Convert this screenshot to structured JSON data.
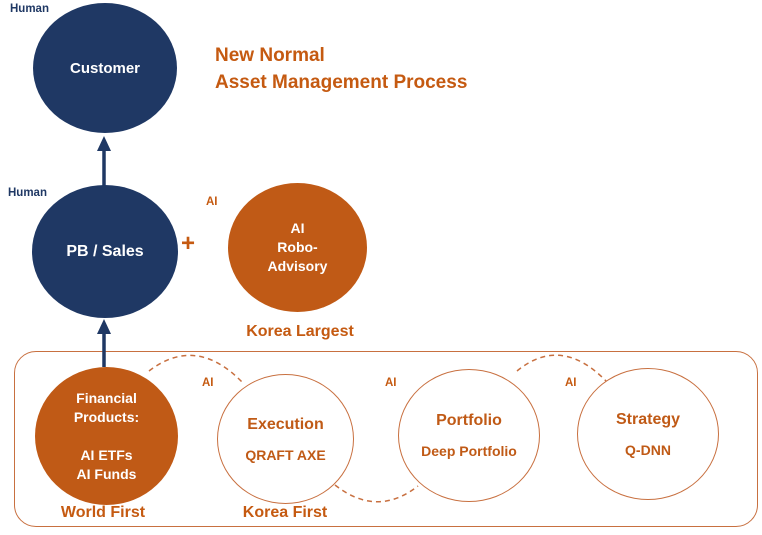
{
  "title": {
    "line1": "New Normal",
    "line2": "Asset Management Process"
  },
  "labels": {
    "human_customer": "Human",
    "human_pb": "Human",
    "plus": "+",
    "ai_robo": "AI",
    "ai_execution": "AI",
    "ai_portfolio": "AI",
    "ai_strategy": "AI",
    "korea_largest": "Korea Largest",
    "world_first": "World First",
    "korea_first": "Korea First"
  },
  "nodes": {
    "customer": {
      "label": "Customer"
    },
    "pb_sales": {
      "label": "PB / Sales"
    },
    "robo_advisory": {
      "lines": [
        "AI",
        "Robo-",
        "Advisory"
      ]
    },
    "financial_products": {
      "lines": [
        "Financial",
        "Products:",
        "AI ETFs",
        "AI Funds"
      ]
    },
    "execution": {
      "title": "Execution",
      "subtitle": "QRAFT AXE"
    },
    "portfolio": {
      "title": "Portfolio",
      "subtitle": "Deep Portfolio"
    },
    "strategy": {
      "title": "Strategy",
      "subtitle": "Q-DNN"
    }
  },
  "colors": {
    "navy": "#1F3864",
    "orange_text": "#C55A11",
    "orange_fill": "#C05A16",
    "orange_stroke": "#C87040"
  }
}
